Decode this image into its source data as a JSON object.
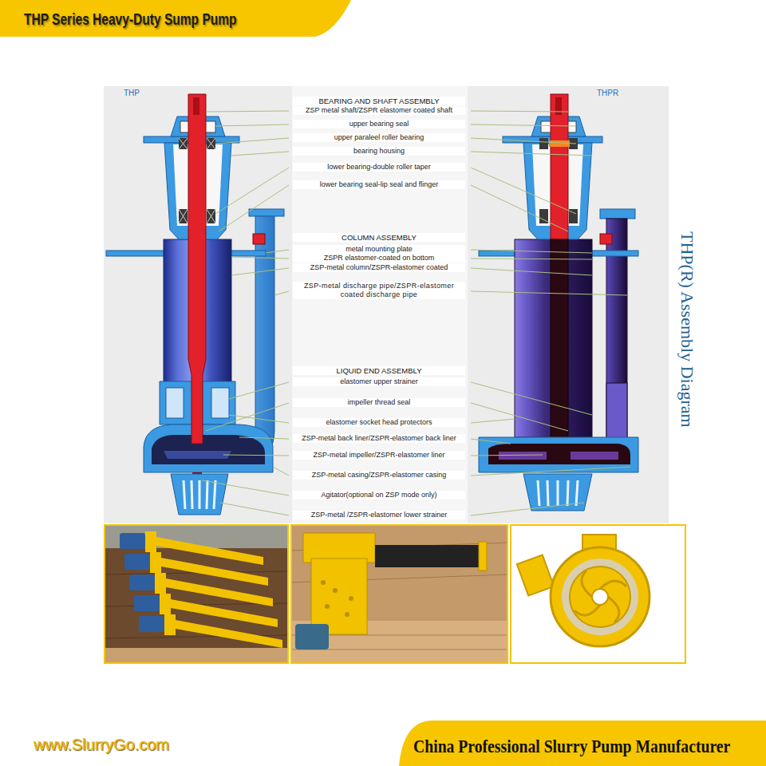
{
  "diagram": {
    "title": "THP Series Heavy-Duty Sump Pump",
    "labels": [
      "THP",
      "THPR",
      "BEARING AND SHAFT ASSEMBLY",
      "ZSP metal shaft/ZSPR elastomer coated shaft",
      "upper bearing seal",
      "upper paraleel roller bearing",
      "bearing housing",
      "lower bearing-double roller taper",
      "lower bearing seal-lip seal and flinger",
      "COLUMN ASSEMBLY",
      "metal mounting plate",
      "ZSPR elastomer-coated on bottom",
      "ZSP-metal column/ZSPR-elastomer coated",
      "ZSP-metal discharge pipe/ZSPR-elastomer coated discharge pipe",
      "LIQUID END ASSEMBLY",
      "elastomer upper strainer",
      "impeller thread seal",
      "elastomer socket head protectors",
      "ZSP-metal back liner/ZSPR-elastomer back liner",
      "ZSP-metal impeller/ZSPR-elastomer liner",
      "ZSP-metal casing/ZSPR-elastomer casing",
      "Agitator(optional on ZSP mode only)",
      "ZSP-metal /ZSPR-elastomer lower strainer",
      "THP(R) Assembly Diagram",
      "www.SlurryGo.com",
      "China Professional Slurry Pump Manufacturer"
    ]
  }
}
